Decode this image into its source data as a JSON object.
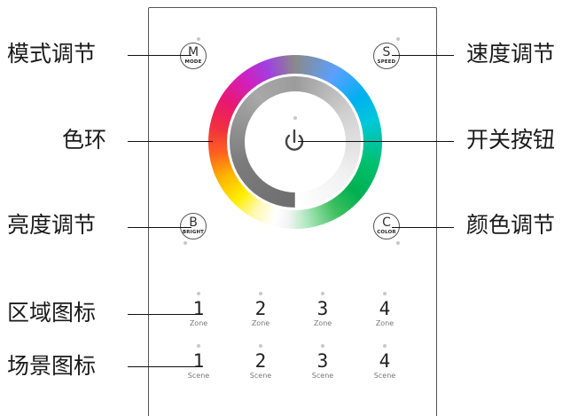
{
  "callouts": {
    "mode": "模式调节",
    "speed": "速度调节",
    "color_ring": "色环",
    "power": "开关按钮",
    "brightness": "亮度调节",
    "color": "颜色调节",
    "zones": "区域图标",
    "scenes": "场景图标"
  },
  "buttons": {
    "mode": {
      "glyph": "M",
      "label": "MODE"
    },
    "speed": {
      "glyph": "S",
      "label": "SPEED"
    },
    "bright": {
      "glyph": "B",
      "label": "BRIGHT"
    },
    "color": {
      "glyph": "C",
      "label": "COLOR"
    }
  },
  "zones": [
    {
      "num": "1",
      "label": "Zone"
    },
    {
      "num": "2",
      "label": "Zone"
    },
    {
      "num": "3",
      "label": "Zone"
    },
    {
      "num": "4",
      "label": "Zone"
    }
  ],
  "scenes": [
    {
      "num": "1",
      "label": "Scene"
    },
    {
      "num": "2",
      "label": "Scene"
    },
    {
      "num": "3",
      "label": "Scene"
    },
    {
      "num": "4",
      "label": "Scene"
    }
  ],
  "icons": {
    "power": "power-icon"
  }
}
